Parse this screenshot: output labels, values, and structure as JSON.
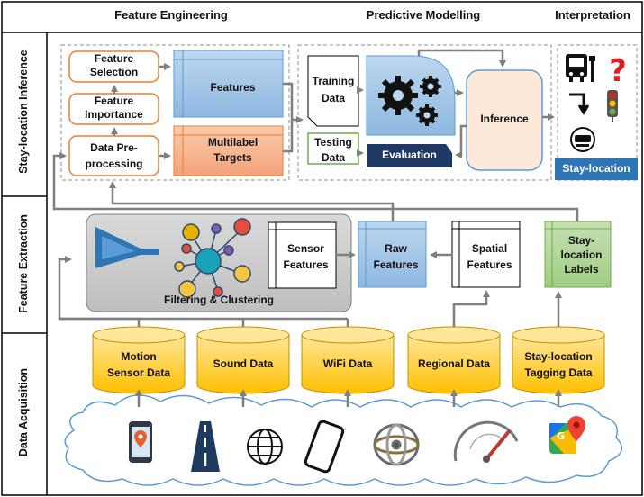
{
  "headers": {
    "feature_engineering": "Feature Engineering",
    "predictive_modelling": "Predictive Modelling",
    "interpretation": "Interpretation"
  },
  "rows": {
    "stay_location_inference": "Stay-location Inference",
    "feature_extraction": "Feature Extraction",
    "data_acquisition": "Data Acquisition"
  },
  "feature_engineering": {
    "feature_selection": [
      "Feature",
      "Selection"
    ],
    "feature_importance": [
      "Feature",
      "Importance"
    ],
    "data_preprocessing": [
      "Data Pre-",
      "processing"
    ],
    "features": "Features",
    "multilabel_targets": [
      "Multilabel",
      "Targets"
    ]
  },
  "predictive_modelling": {
    "training_data": [
      "Training",
      "Data"
    ],
    "testing_data": [
      "Testing",
      "Data"
    ],
    "evaluation": "Evaluation",
    "inference": "Inference"
  },
  "interpretation": {
    "stay_location": "Stay-location"
  },
  "feature_extraction": {
    "filtering_clustering": "Filtering & Clustering",
    "sensor_features": [
      "Sensor",
      "Features"
    ],
    "raw_features": [
      "Raw",
      "Features"
    ],
    "spatial_features": [
      "Spatial",
      "Features"
    ],
    "stay_location_labels": [
      "Stay-",
      "location",
      "Labels"
    ]
  },
  "data_sources": [
    [
      "Motion",
      "Sensor Data"
    ],
    [
      "Sound Data"
    ],
    [
      "WiFi Data"
    ],
    [
      "Regional Data"
    ],
    [
      "Stay-location",
      "Tagging Data"
    ]
  ],
  "cloud_icons": [
    "map-pin-phone-icon",
    "road-icon",
    "globe-icon",
    "smartphone-icon",
    "gyroscope-icon",
    "speedometer-icon",
    "google-maps-icon"
  ],
  "colors": {
    "orange_border": "#ed7d31",
    "blue_fill": "#9dc3e6",
    "salmon_fill": "#f4b183",
    "green_fill": "#a9d18e",
    "cylinder_fill": "#ffd966",
    "inference_fill": "#fde9d9",
    "evaluation_fill": "#1f3864",
    "stay_location_fill": "#2e75b6"
  }
}
